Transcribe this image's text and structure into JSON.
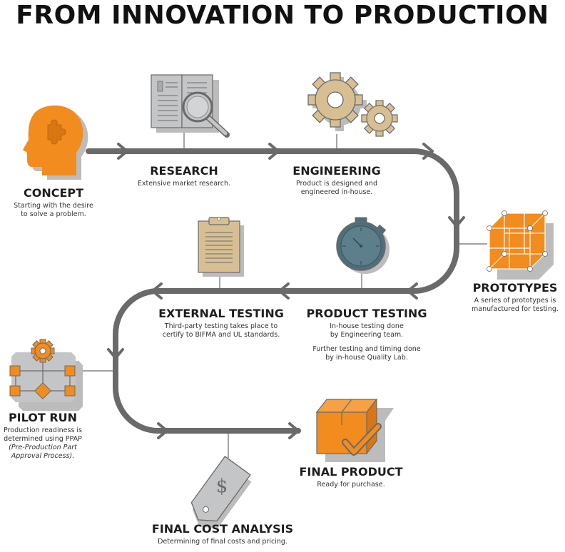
{
  "title": "FROM INNOVATION TO PRODUCTION",
  "colors": {
    "line": "#6a6a6b",
    "orange": "#f28c1e",
    "tan": "#d8bf93",
    "gray_icon": "#c4c5c6",
    "teal": "#4f6e7a",
    "shadow": "#bcbcbc"
  },
  "steps": {
    "concept": {
      "title": "CONCEPT",
      "desc": [
        "Starting with the desire",
        "to solve a problem."
      ],
      "icon": "head-puzzle-icon"
    },
    "research": {
      "title": "RESEARCH",
      "desc": [
        "Extensive market research."
      ],
      "icon": "book-magnifier-icon"
    },
    "engineering": {
      "title": "ENGINEERING",
      "desc": [
        "Product is designed and",
        "engineered in-house."
      ],
      "icon": "gears-icon"
    },
    "prototypes": {
      "title": "PROTOTYPES",
      "desc": [
        "A series of prototypes is",
        "manufactured for testing."
      ],
      "icon": "wireframe-cube-icon"
    },
    "product_testing": {
      "title": "PRODUCT TESTING",
      "desc": [
        "In-house testing done",
        "by Engineering team."
      ],
      "desc2": [
        "Further testing and timing done",
        "by in-house Quality Lab."
      ],
      "icon": "stopwatch-icon"
    },
    "external_testing": {
      "title": "EXTERNAL TESTING",
      "desc": [
        "Third-party testing takes place to",
        "certify to BIFMA and UL standards."
      ],
      "icon": "clipboard-icon"
    },
    "pilot_run": {
      "title": "PILOT RUN",
      "desc": [
        "Production readiness is",
        "determined using PPAP"
      ],
      "desc_italic": [
        "(Pre-Production Part",
        "Approval Process)."
      ],
      "icon": "process-flow-icon"
    },
    "final_product": {
      "title": "FINAL PRODUCT",
      "desc": [
        "Ready for purchase."
      ],
      "icon": "box-check-icon"
    },
    "final_cost": {
      "title": "FINAL COST ANALYSIS",
      "desc": [
        "Determining of final costs and pricing."
      ],
      "icon": "price-tag-icon",
      "tag_symbol": "$"
    }
  }
}
